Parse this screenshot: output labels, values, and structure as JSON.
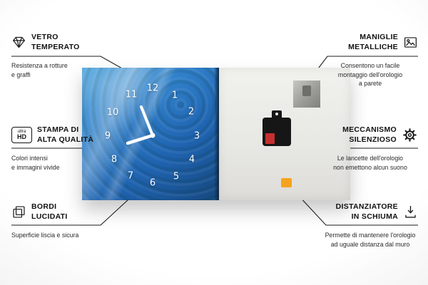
{
  "callouts": {
    "vetro": {
      "title": "VETRO\nTEMPERATO",
      "subtitle": "Resistenza a rotture\ne graffi"
    },
    "stampa": {
      "title": "STAMPA DI\nALTA QUALITÀ",
      "subtitle": "Colori intensi\ne immagini vivide"
    },
    "bordi": {
      "title": "BORDI\nLUCIDATI",
      "subtitle": "Superficie liscia e sicura"
    },
    "maniglie": {
      "title": "MANIGLIE\nMETALLICHE",
      "subtitle": "Consentono un facile\nmontaggio dell'orologio\na parete"
    },
    "meccanismo": {
      "title": "MECCANISMO\nSILENZIOSO",
      "subtitle": "Le lancette dell'orologio\nnon emettono alcun suono"
    },
    "distanziatore": {
      "title": "DISTANZIATORE\nIN SCHIUMA",
      "subtitle": "Permette di mantenere l'orologio\nad uguale distanza dal muro"
    }
  },
  "badges": {
    "ultra_hd": {
      "top": "ultra",
      "bottom": "HD"
    }
  },
  "clock": {
    "numbers": [
      "12",
      "1",
      "2",
      "3",
      "4",
      "5",
      "6",
      "7",
      "8",
      "9",
      "10",
      "11"
    ]
  },
  "colors": {
    "face_blue_light": "#46a0dc",
    "face_blue_dark": "#15487f",
    "foam_orange": "#f5a31e",
    "battery_red": "#c62f2f",
    "line": "#1c1c1c"
  }
}
